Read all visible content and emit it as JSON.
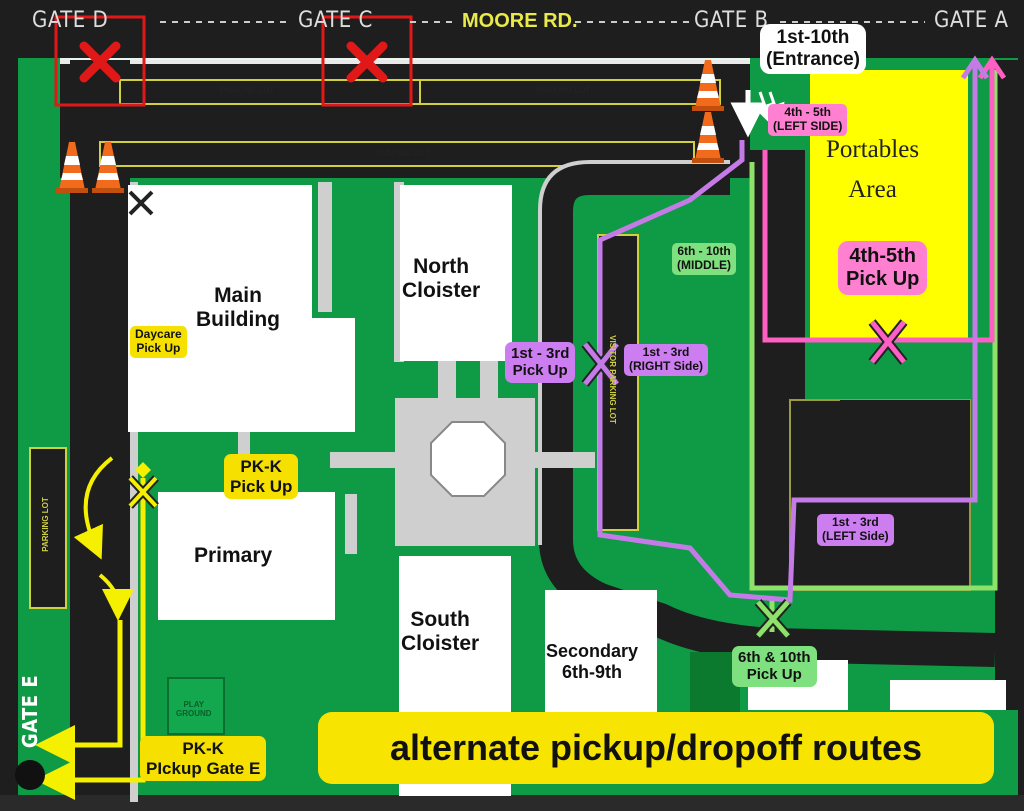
{
  "roads": {
    "top": "MOORE RD."
  },
  "gates": {
    "a": "GATE A",
    "b": "GATE B",
    "c": "GATE C",
    "d": "GATE D",
    "e": "GATE E"
  },
  "parking": {
    "label": "PARKING LOT",
    "vertical": "VISITOR PARKING LOT"
  },
  "buildings": {
    "main_1": "Main",
    "main_2": "Building",
    "north_1": "North",
    "north_2": "Cloister",
    "south_1": "South",
    "south_2": "Cloister",
    "primary": "Primary",
    "secondary_1": "Secondary",
    "secondary_2": "6th-9th",
    "portables_1": "Portables",
    "portables_2": "Area",
    "playground_1": "PLAY",
    "playground_2": "GROUND"
  },
  "labels": {
    "entrance_1": "1st-10th",
    "entrance_2": "(Entrance)",
    "g45_left_1": "4th - 5th",
    "g45_left_2": "(LEFT SIDE)",
    "g45_pick_1": "4th-5th",
    "g45_pick_2": "Pick Up",
    "g610_mid_1": "6th - 10th",
    "g610_mid_2": "(MIDDLE)",
    "g13_pick_1": "1st - 3rd",
    "g13_pick_2": "Pick Up",
    "g13_right_1": "1st - 3rd",
    "g13_right_2": "(RIGHT Side)",
    "g13_left_1": "1st - 3rd",
    "g13_left_2": "(LEFT Side)",
    "daycare_1": "Daycare",
    "daycare_2": "Pick Up",
    "pkk_1": "PK-K",
    "pkk_2": "Pick Up",
    "g610_pick_1": "6th & 10th",
    "g610_pick_2": "Pick Up",
    "pkk_gate_1": "PK-K",
    "pkk_gate_2": "PIckup Gate E"
  },
  "banner": "alternate pickup/dropoff routes",
  "colors": {
    "road": "#1e1e1e",
    "grass": "#0f9a45",
    "building": "#ffffff",
    "plaza": "#cfcfcf",
    "portables": "#ffff00",
    "route_yellow": "#f5f000",
    "route_purple": "#c47be8",
    "route_pink": "#ff5fc4",
    "route_green": "#8ee26a",
    "closed": "#e01818"
  },
  "icons": [
    "traffic-cone-icon",
    "closed-x-icon",
    "pickup-x-icon",
    "route-arrow-icon"
  ]
}
